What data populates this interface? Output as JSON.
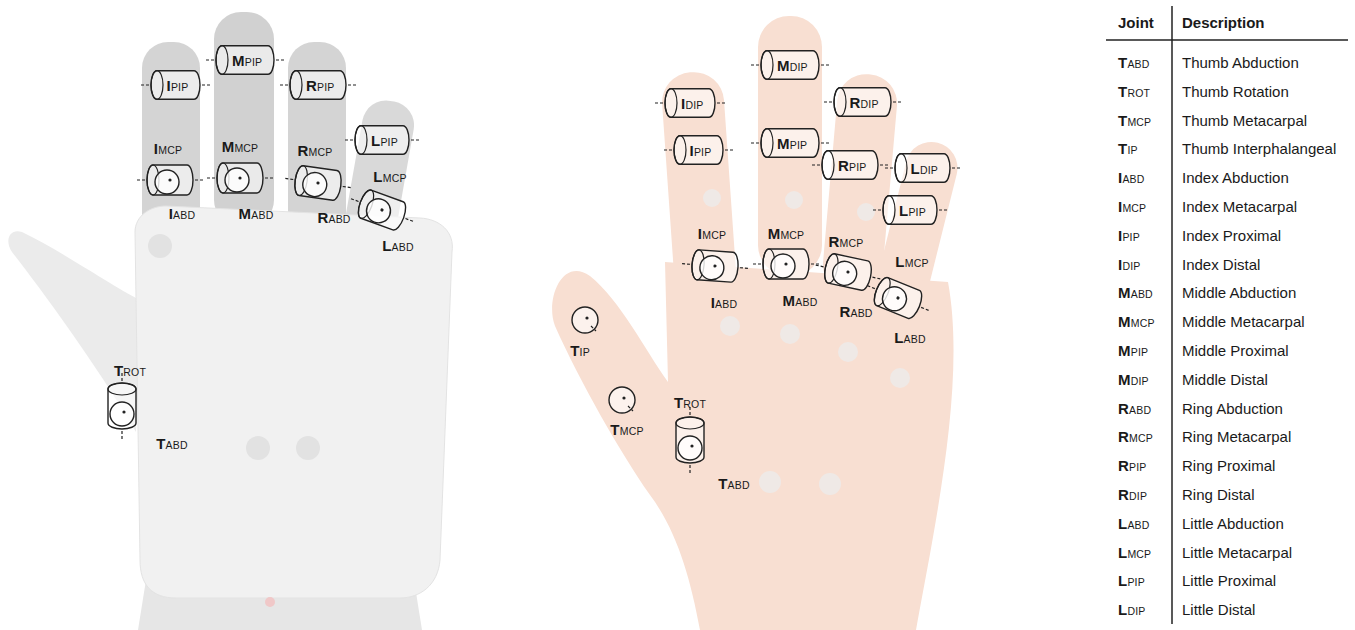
{
  "diagram": {
    "nodes": [
      {
        "text": [
          "IPIP"
        ]
      },
      {
        "text": [
          "MPIP"
        ]
      },
      {
        "text": [
          "RPIP"
        ]
      },
      {
        "text": [
          "LPIP"
        ]
      },
      {
        "text": [
          "IDIP"
        ]
      },
      {
        "text": [
          "MDIP"
        ]
      },
      {
        "text": [
          "RDIP"
        ]
      },
      {
        "text": [
          "IPIP"
        ]
      },
      {
        "text": [
          "MPIP"
        ]
      },
      {
        "text": [
          "RPIP"
        ]
      },
      {
        "text": [
          "LDIP"
        ]
      },
      {
        "text": [
          "LPIP"
        ]
      }
    ],
    "labels": [
      "IMCP",
      "IABD",
      "MMCP",
      "MABD",
      "RMCP",
      "RABD",
      "LMCP",
      "LABD",
      "TROT",
      "TABD",
      "IMCP",
      "IABD",
      "MMCP",
      "MABD",
      "RMCP",
      "RABD",
      "LMCP",
      "LABD",
      "TIP",
      "TMCP",
      "TROT",
      "TABD",
      "Joint",
      "Description",
      "TABD",
      "Thumb Abduction",
      "TROT",
      "Thumb Rotation",
      "TMCP",
      "Thumb Metacarpal",
      "TIP",
      "Thumb Interphalangeal",
      "IABD",
      "Index Abduction",
      "IMCP",
      "Index Metacarpal",
      "IPIP",
      "Index Proximal",
      "IDIP",
      "Index Distal",
      "MABD",
      "Middle Abduction",
      "MMCP",
      "Middle Metacarpal",
      "MPIP",
      "Middle Proximal",
      "MDIP",
      "Middle Distal",
      "RABD",
      "Ring Abduction",
      "RMCP",
      "Ring Metacarpal",
      "RPIP",
      "Ring Proximal",
      "RDIP",
      "Ring Distal",
      "LABD",
      "Little Abduction",
      "LMCP",
      "Little Metacarpal",
      "LPIP",
      "Little Proximal",
      "LDIP",
      "Little Distal"
    ]
  }
}
